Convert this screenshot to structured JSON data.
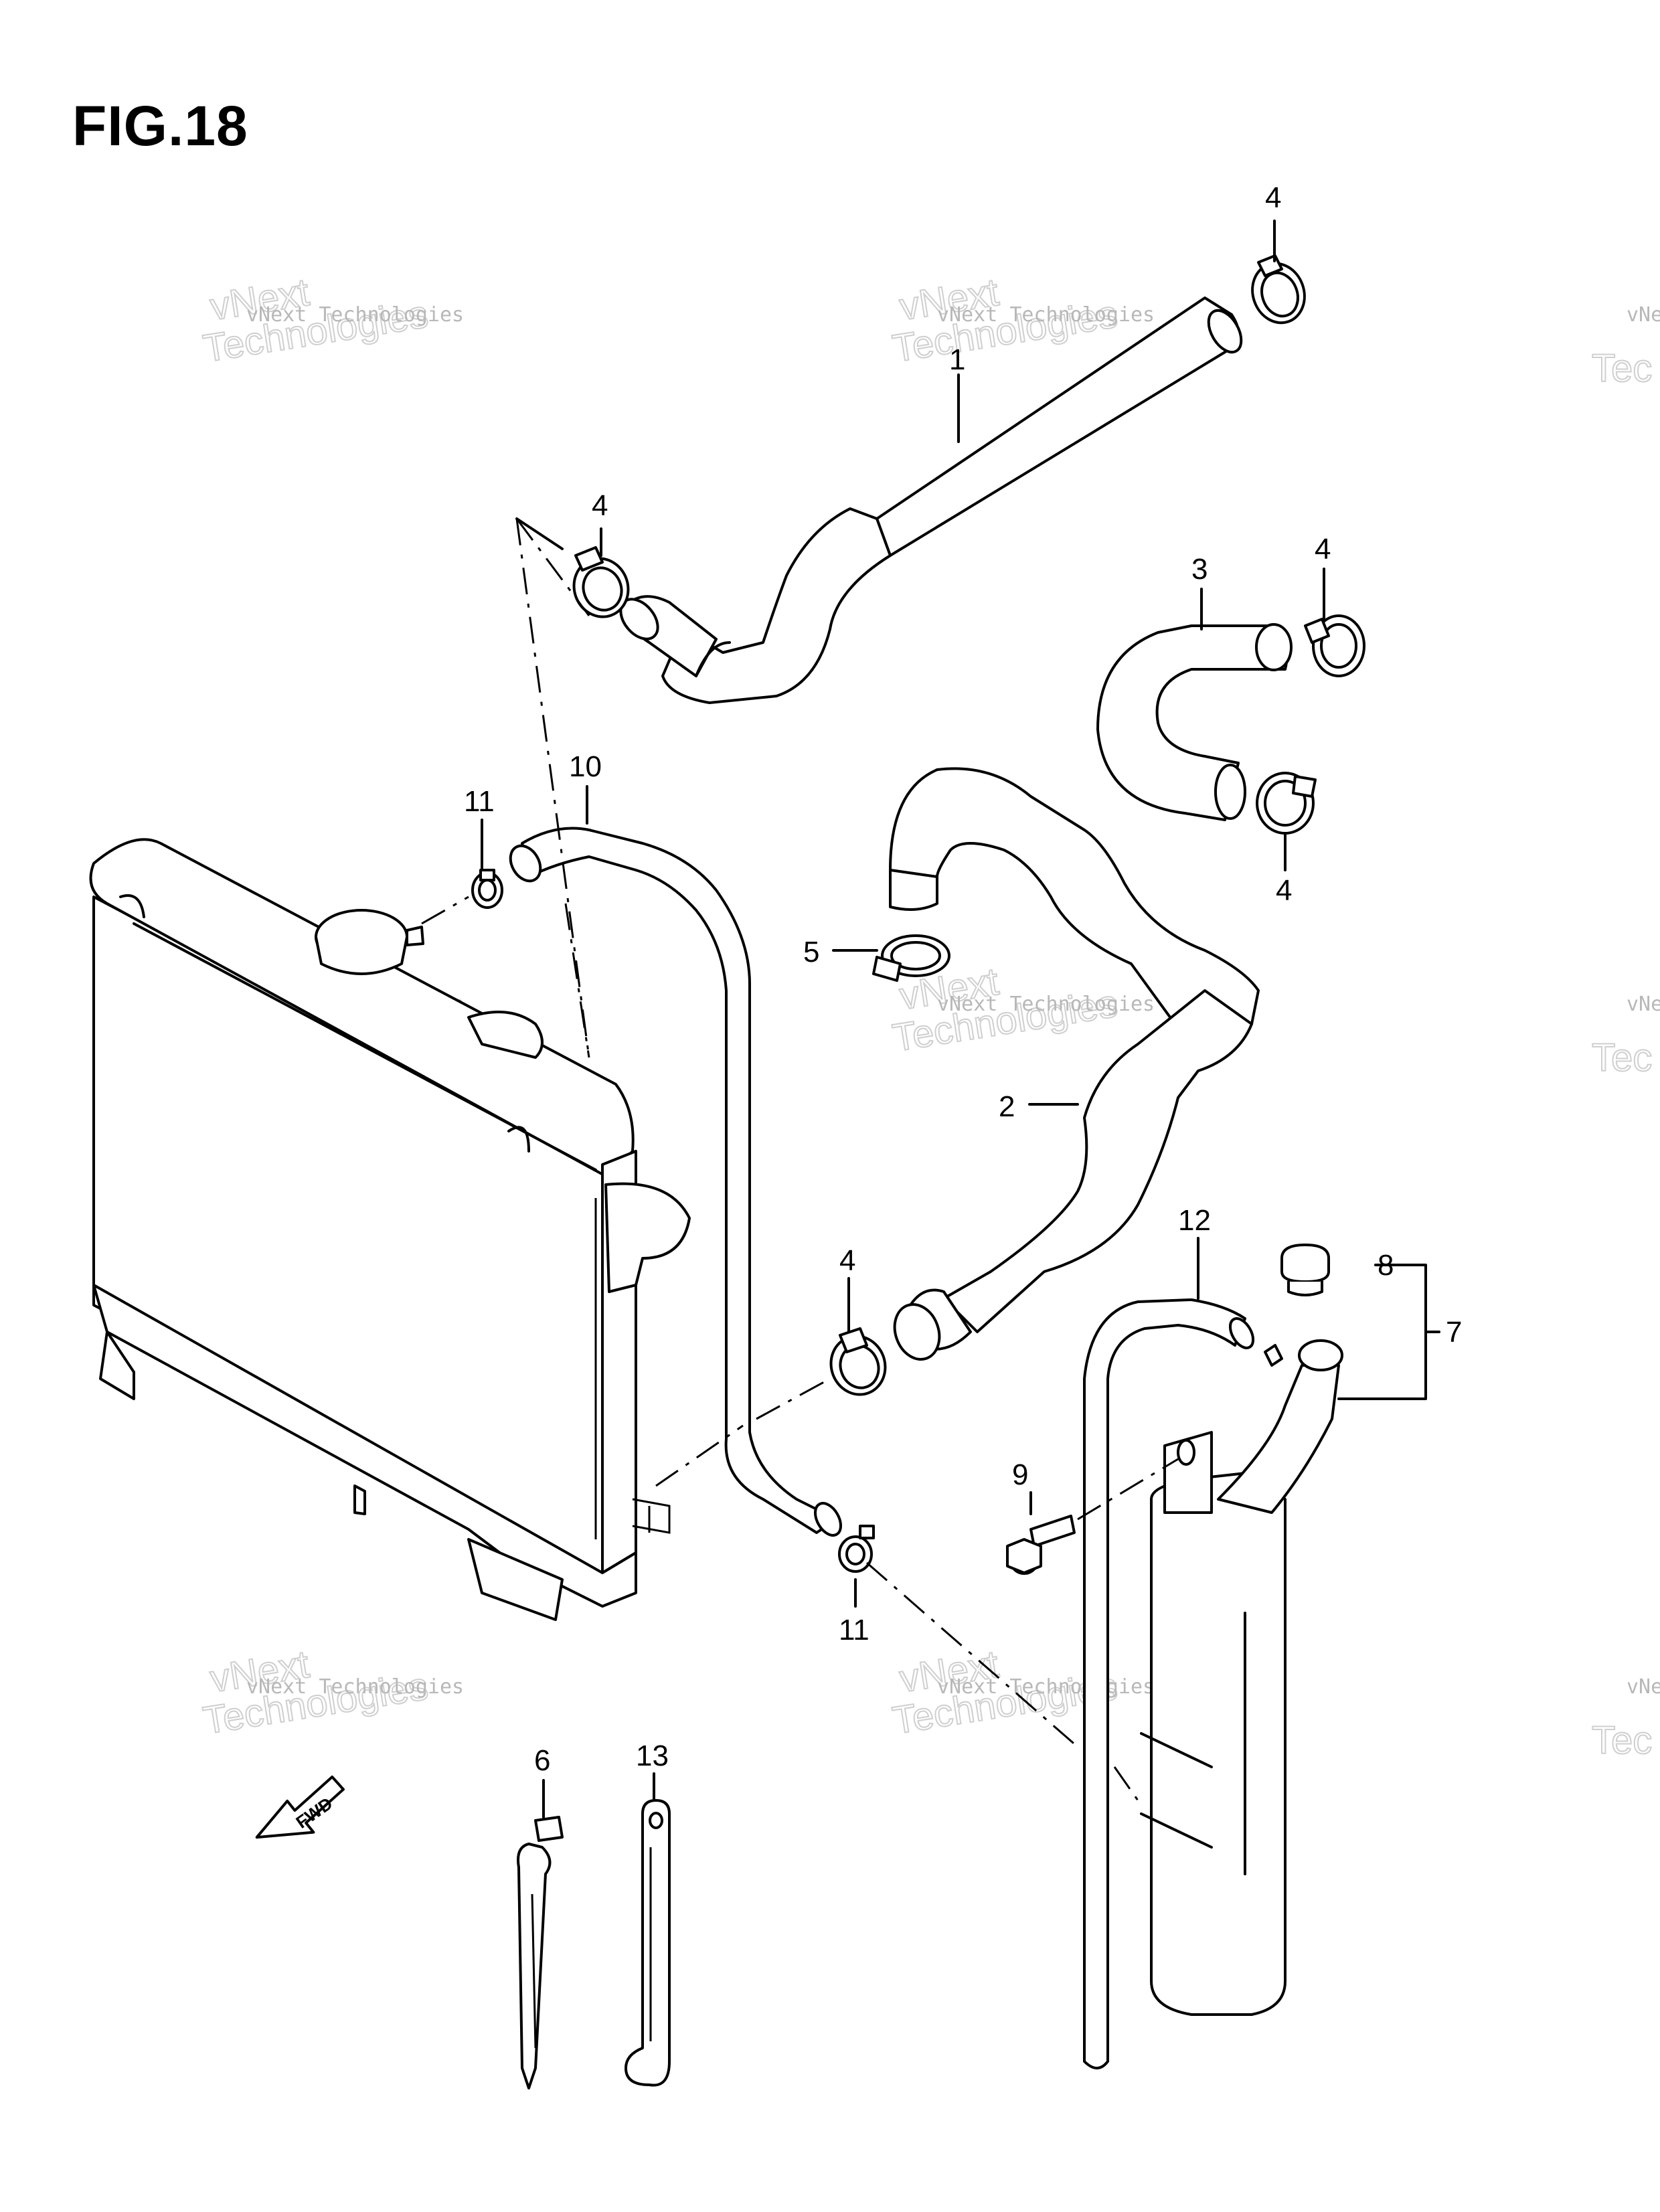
{
  "figure": {
    "title": "FIG.18"
  },
  "watermark": {
    "line1": "vNext Technologies",
    "line2": "vNext",
    "line3": "Technologies"
  },
  "fwd_label": "FWD",
  "callouts": {
    "c1": "1",
    "c2": "2",
    "c3": "3",
    "c4a": "4",
    "c4b": "4",
    "c4c": "4",
    "c4d": "4",
    "c4e": "4",
    "c5": "5",
    "c6": "6",
    "c7": "7",
    "c8": "8",
    "c9": "9",
    "c10": "10",
    "c11a": "11",
    "c11b": "11",
    "c12": "12",
    "c13": "13"
  }
}
